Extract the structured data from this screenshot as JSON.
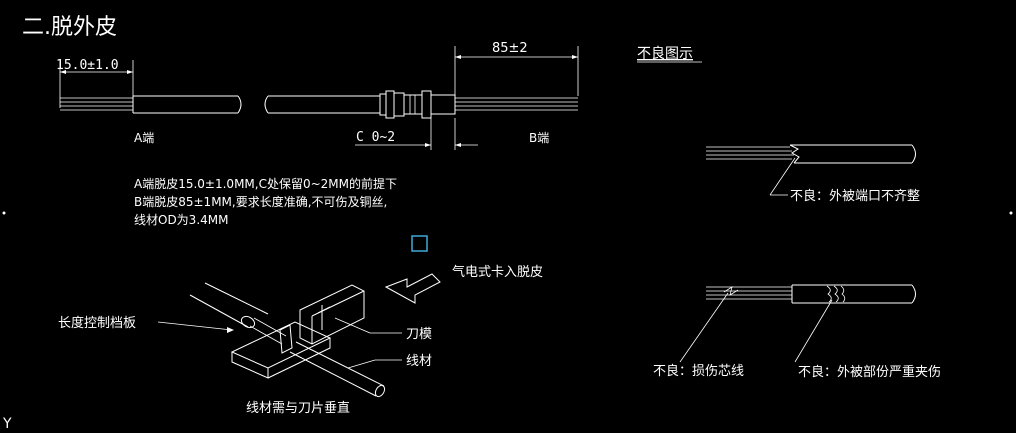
{
  "title": "二.脱外皮",
  "defect_section_title": "不良图示",
  "dimensions": {
    "a_strip": "15.0±1.0",
    "b_strip": "85±2",
    "c_reserve": "C 0~2"
  },
  "end_labels": {
    "a_end": "A端",
    "b_end": "B端"
  },
  "notes": [
    "A端脱皮15.0±1.0MM,C处保留0~2MM的前提下",
    "B端脱皮85±1MM,要求长度准确,不可伤及铜丝,",
    "线材OD为3.4MM"
  ],
  "tool_labels": {
    "feed": "气电式卡入脱皮",
    "stop_plate": "长度控制档板",
    "die": "刀模",
    "wire": "线材",
    "perpendicular": "线材需与刀片垂直"
  },
  "defects": {
    "uneven_end": "不良：外被端口不齐整",
    "core_damage": "不良：损伤芯线",
    "jacket_damage": "不良：外被部份严重夹伤"
  },
  "axis_glyph": "Y",
  "colors": {
    "background": "#000000",
    "foreground": "#ffffff",
    "marker": "#3fa9d6"
  }
}
